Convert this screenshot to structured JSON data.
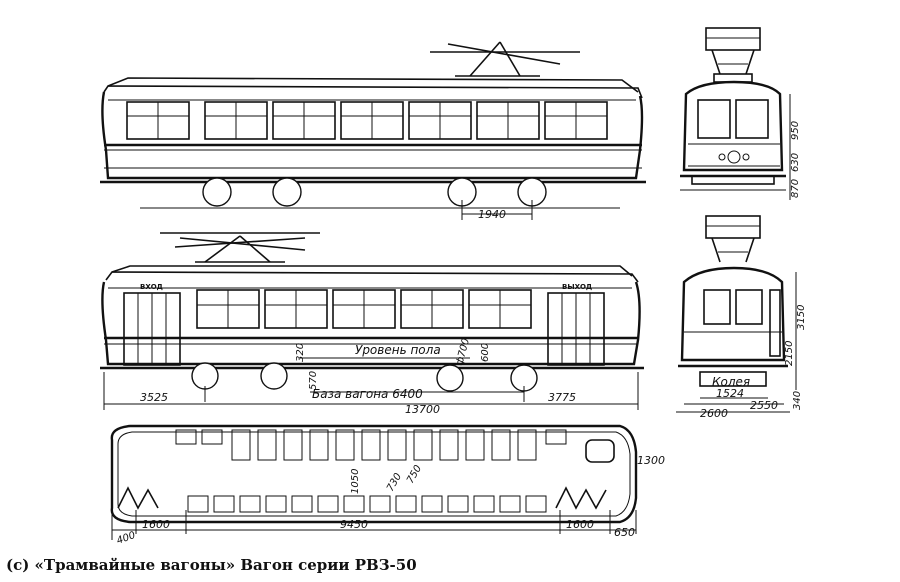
{
  "caption": "(c) «Трамвайные вагоны» Вагон серии РВЗ-50",
  "side_view_top": {
    "dims": {
      "bogie_base": "1940"
    }
  },
  "side_view_door": {
    "labels": {
      "floor_level": "Уровень пола",
      "car_base": "База вагона 6400",
      "entry_left": "ВХОД",
      "entry_right": "ВЫХОД"
    },
    "dims": {
      "overhang_left": "3525",
      "overhang_right": "3775",
      "total_length": "13700",
      "floor_height": "570",
      "step": "320",
      "wheel_dia": "ф700",
      "wheel_height": "600"
    }
  },
  "front_view_top": {
    "dims": {
      "h_upper": "950",
      "h_middle": "630",
      "h_lower": "870"
    }
  },
  "front_view_bottom": {
    "labels": {
      "gauge": "Колея"
    },
    "dims": {
      "gauge": "1524",
      "width_body": "2550",
      "width_total": "2600",
      "h_total": "3150",
      "h_floor": "2150",
      "h_step": "340"
    }
  },
  "plan_view": {
    "dims": {
      "end_left": "400",
      "seat_left": "1600",
      "middle": "9450",
      "seat_right": "1600",
      "end_right": "650",
      "cab_width": "1300",
      "aisle": "1050",
      "seat_pitch": "730",
      "seat_pitch2": "750"
    }
  }
}
